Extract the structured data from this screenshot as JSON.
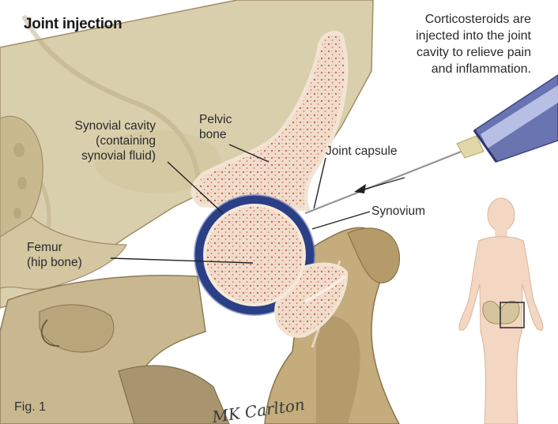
{
  "title": "Joint injection",
  "note": {
    "lines": [
      "Corticosteroids are",
      "injected into the joint",
      "cavity to relieve pain",
      "and  inflammation."
    ]
  },
  "labels": {
    "synovial_cavity": [
      "Synovial cavity",
      "(containing",
      "synovial fluid)"
    ],
    "pelvic_bone": [
      "Pelvic",
      "bone"
    ],
    "joint_capsule": "Joint capsule",
    "synovium": "Synovium",
    "femur": [
      "Femur",
      "(hip bone)"
    ]
  },
  "footer": {
    "figure_label": "Fig. 1",
    "signature": "MK Carlton"
  },
  "colors": {
    "bone": "#d8ccaa",
    "bone_shadow": "#a5916a",
    "marrow": "#efd9c8",
    "synovial_cavity": "#2b3f86",
    "syringe": "#6a74b0",
    "body_silhouette": "#f3d7c2"
  }
}
